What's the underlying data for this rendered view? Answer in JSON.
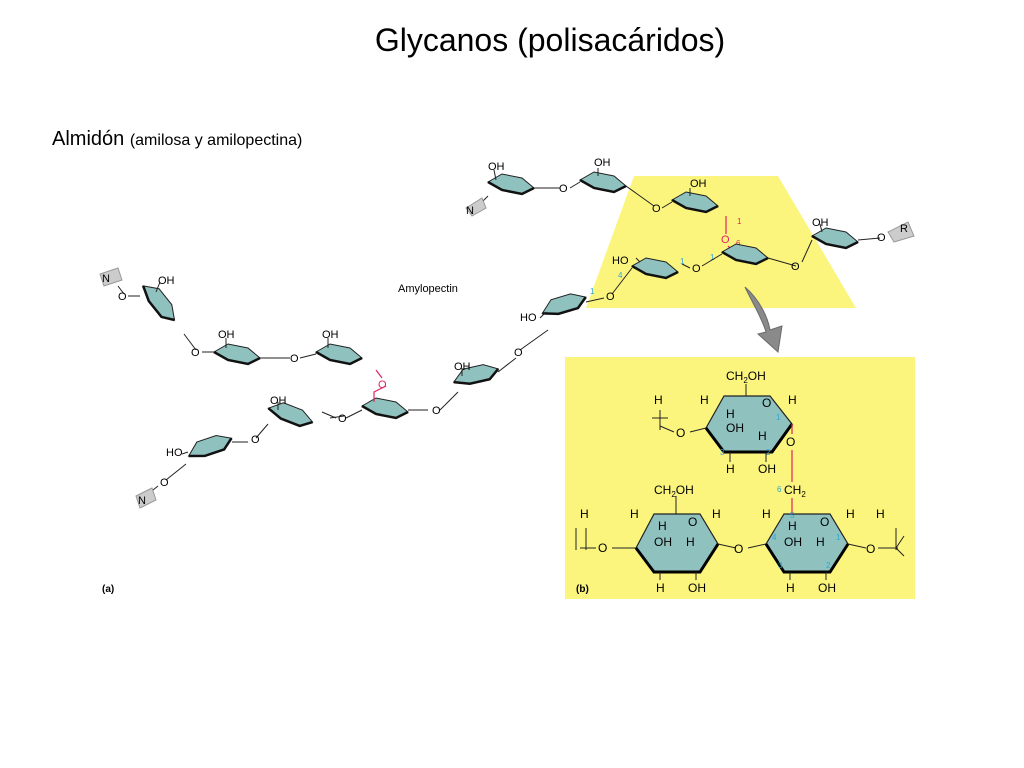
{
  "title": "Glycanos (polisacáridos)",
  "subtitle": {
    "main": "Almidón",
    "note": "(amilosa y amilopectina)"
  },
  "diagram": {
    "label_amylopectin": "Amylopectin",
    "panel_a": "(a)",
    "panel_b": "(b)",
    "oh": "OH",
    "ho": "HO",
    "o": "O",
    "h": "H",
    "n": "N",
    "r": "R",
    "ch2oh": "CH",
    "ch2oh_sub": "2",
    "ch2oh_tail": "OH",
    "ch2": "CH",
    "ch2_sub": "2",
    "pos1": "1",
    "pos2": "2",
    "pos3": "3",
    "pos4": "4",
    "pos5": "5",
    "pos6": "6"
  },
  "colors": {
    "ring": "#8fc1bf",
    "highlight": "#fbf57d",
    "glycosidic": "#e0245e",
    "position_numbers": "#2aa7d6"
  }
}
